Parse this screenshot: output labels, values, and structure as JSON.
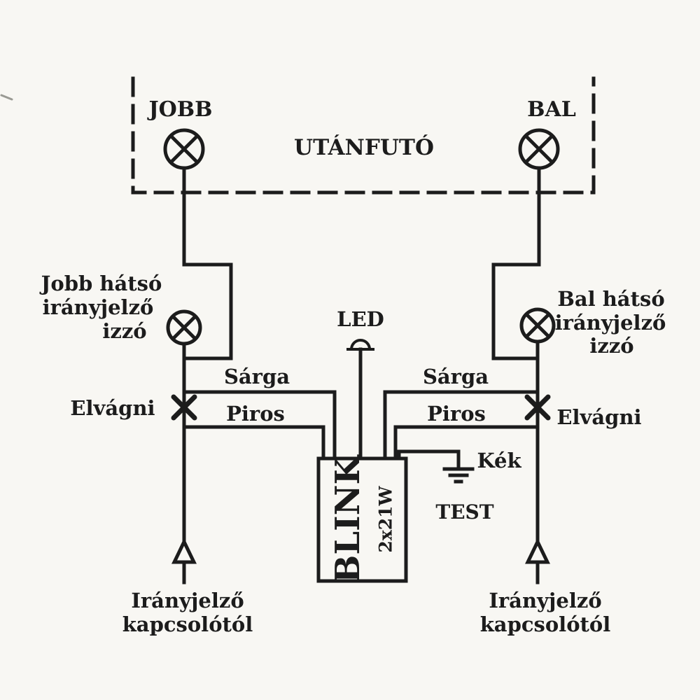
{
  "colors": {
    "ink": "#1c1c1c",
    "paper": "#f8f7f3"
  },
  "trailer": {
    "title": "UTÁNFUTÓ",
    "lamp_label_left": "JOBB",
    "lamp_label_right": "BAL"
  },
  "left_branch": {
    "bulb_label": [
      "Jobb hátsó",
      "irányjelző",
      "izzó"
    ],
    "yellow_wire": "Sárga",
    "red_wire": "Piros",
    "cut_label": "Elvágni",
    "source_label": [
      "Irányjelző",
      "kapcsolótól"
    ]
  },
  "right_branch": {
    "bulb_label": [
      "Bal hátsó",
      "irányjelző",
      "izzó"
    ],
    "yellow_wire": "Sárga",
    "red_wire": "Piros",
    "cut_label": "Elvágni",
    "source_label": [
      "Irányjelző",
      "kapcsolótól"
    ]
  },
  "flasher": {
    "led_label": "LED",
    "unit_label": "BLINK",
    "rating_label": "2x21W",
    "blue_wire": "Kék",
    "test_label": "TEST"
  }
}
